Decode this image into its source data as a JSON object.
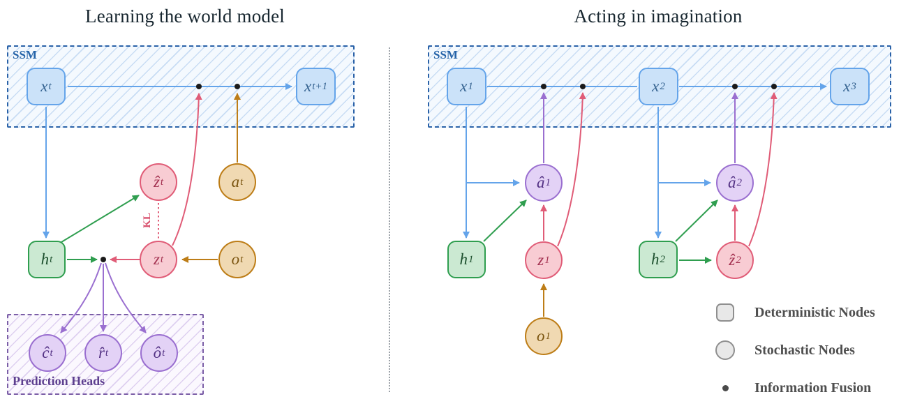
{
  "panels": {
    "left": {
      "title": "Learning the world model",
      "ssm_label": "SSM",
      "kl_label": "KL",
      "pred_heads_label": "Prediction Heads",
      "nodes": {
        "xt": {
          "main": "x",
          "sub": "t"
        },
        "xt1": {
          "main": "x",
          "sub": "t+1"
        },
        "zhat": {
          "main": "ẑ",
          "sub": "t"
        },
        "at": {
          "main": "a",
          "sub": "t"
        },
        "ht": {
          "main": "h",
          "sub": "t"
        },
        "zt": {
          "main": "z",
          "sub": "t"
        },
        "ot": {
          "main": "o",
          "sub": "t"
        },
        "chat": {
          "main": "ĉ",
          "sub": "t"
        },
        "rhat": {
          "main": "r̂",
          "sub": "t"
        },
        "ohat": {
          "main": "ô",
          "sub": "t"
        }
      }
    },
    "right": {
      "title": "Acting in imagination",
      "ssm_label": "SSM",
      "nodes": {
        "x1": {
          "main": "x",
          "sub": "1"
        },
        "x2": {
          "main": "x",
          "sub": "2"
        },
        "x3": {
          "main": "x",
          "sub": "3"
        },
        "ahat1": {
          "main": "â",
          "sub": "1"
        },
        "ahat2": {
          "main": "â",
          "sub": "2"
        },
        "h1": {
          "main": "h",
          "sub": "1"
        },
        "h2": {
          "main": "h",
          "sub": "2"
        },
        "z1": {
          "main": "z",
          "sub": "1"
        },
        "zhat2": {
          "main": "ẑ",
          "sub": "2"
        },
        "o1": {
          "main": "o",
          "sub": "1"
        }
      }
    }
  },
  "legend": {
    "items": [
      {
        "label": "Deterministic Nodes"
      },
      {
        "label": "Stochastic Nodes"
      },
      {
        "label": "Information Fusion"
      }
    ]
  },
  "colors": {
    "blue_fill": "#cbe2f9",
    "blue_stroke": "#64a4ea",
    "green_fill": "#cbe9d2",
    "green_stroke": "#2f9e4f",
    "red_fill": "#f8ccd3",
    "red_stroke": "#e05c77",
    "orange_fill": "#f0d9b2",
    "orange_stroke": "#bd7d17",
    "purple_fill": "#e3d2f6",
    "purple_stroke": "#9a6fd0",
    "ssm_border": "#2a62a8",
    "pred_border": "#7b5ea7",
    "legend_grey_fill": "#e8e8e8",
    "legend_grey_stroke": "#8f8f8f",
    "fusion_dot": "#1a1a1a"
  }
}
